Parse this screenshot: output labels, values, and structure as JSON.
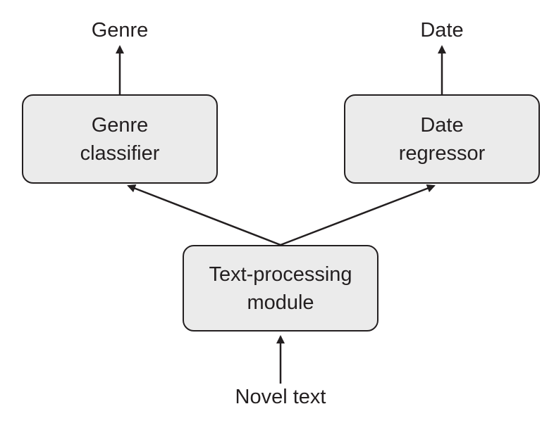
{
  "style": {
    "box_fill": "#ebebeb",
    "stroke": "#231f20"
  },
  "nodes": {
    "genre_classifier": {
      "line1": "Genre",
      "line2": "classifier"
    },
    "date_regressor": {
      "line1": "Date",
      "line2": "regressor"
    },
    "text_processing": {
      "line1": "Text-processing",
      "line2": "module"
    }
  },
  "labels": {
    "genre_output": "Genre",
    "date_output": "Date",
    "input": "Novel text"
  },
  "edges": [
    {
      "from": "input",
      "to": "text_processing"
    },
    {
      "from": "text_processing",
      "to": "genre_classifier"
    },
    {
      "from": "text_processing",
      "to": "date_regressor"
    },
    {
      "from": "genre_classifier",
      "to": "genre_output"
    },
    {
      "from": "date_regressor",
      "to": "date_output"
    }
  ]
}
